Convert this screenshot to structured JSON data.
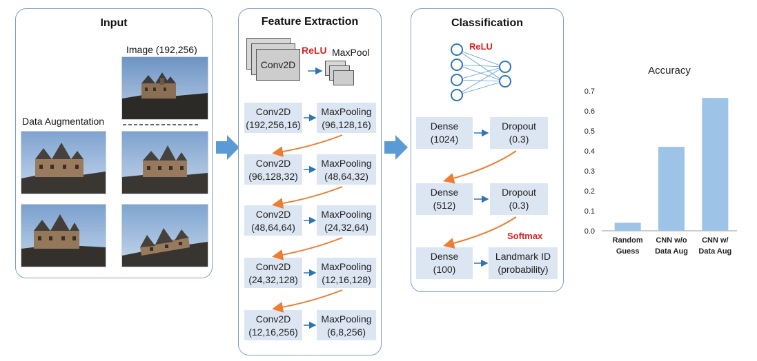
{
  "input": {
    "title": "Input",
    "image_label": "Image (192,256)",
    "augmentation_label": "Data Augmentation"
  },
  "feature_extraction": {
    "title": "Feature Extraction",
    "icon": {
      "conv_label": "Conv2D",
      "relu_label": "ReLU",
      "pool_label": "MaxPool"
    },
    "rows": [
      {
        "conv": "Conv2D",
        "conv_shape": "(192,256,16)",
        "pool": "MaxPooling",
        "pool_shape": "(96,128,16)"
      },
      {
        "conv": "Conv2D",
        "conv_shape": "(96,128,32)",
        "pool": "MaxPooling",
        "pool_shape": "(48,64,32)"
      },
      {
        "conv": "Conv2D",
        "conv_shape": "(48,64,64)",
        "pool": "MaxPooling",
        "pool_shape": "(24,32,64)"
      },
      {
        "conv": "Conv2D",
        "conv_shape": "(24,32,128)",
        "pool": "MaxPooling",
        "pool_shape": "(12,16,128)"
      },
      {
        "conv": "Conv2D",
        "conv_shape": "(12,16,256)",
        "pool": "MaxPooling",
        "pool_shape": "(6,8,256)"
      }
    ]
  },
  "classification": {
    "title": "Classification",
    "relu_label": "ReLU",
    "softmax_label": "Softmax",
    "rows": [
      {
        "left": "Dense",
        "left_sub": "(1024)",
        "right": "Dropout",
        "right_sub": "(0.3)"
      },
      {
        "left": "Dense",
        "left_sub": "(512)",
        "right": "Dropout",
        "right_sub": "(0.3)"
      },
      {
        "left": "Dense",
        "left_sub": "(100)",
        "right": "Landmark ID",
        "right_sub": "(probability)"
      }
    ]
  },
  "colors": {
    "panel_border": "#7f9dc4",
    "box_fill": "#dce6f3",
    "arrow_orange": "#ee7d31",
    "arrow_blue": "#2e75b6",
    "bar": "#9dc3e6",
    "relu_red": "#e02020"
  },
  "chart_data": {
    "type": "bar",
    "title": "Accuracy",
    "categories": [
      "Random Guess",
      "CNN w/o Data Aug",
      "CNN w/ Data Aug"
    ],
    "category_lines": [
      [
        "Random",
        "Guess"
      ],
      [
        "CNN w/o",
        "Data Aug"
      ],
      [
        "CNN w/",
        "Data Aug"
      ]
    ],
    "values": [
      0.04,
      0.42,
      0.665
    ],
    "ylim": [
      0,
      0.7
    ],
    "yticks": [
      "0.0",
      "0.1",
      "0.2",
      "0.3",
      "0.4",
      "0.5",
      "0.6",
      "0.7"
    ],
    "grid": false,
    "legend": "none"
  }
}
